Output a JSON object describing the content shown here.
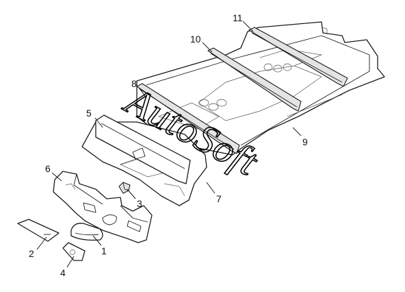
{
  "diagram": {
    "watermark": "AutoSoft",
    "callouts": [
      "1",
      "2",
      "3",
      "4",
      "5",
      "6",
      "7",
      "8",
      "9",
      "10",
      "11"
    ]
  },
  "colors": {
    "line": "#1a1a1a",
    "fill": "#ffffff",
    "shade": "#e4e4e4",
    "background": "#ffffff"
  }
}
